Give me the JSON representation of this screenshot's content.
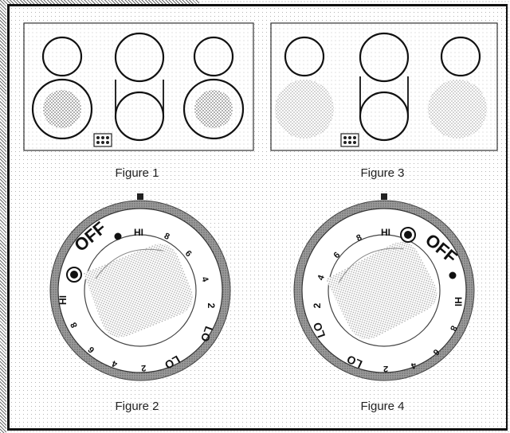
{
  "figures": {
    "fig1": "Figure 1",
    "fig2": "Figure 2",
    "fig3": "Figure 3",
    "fig4": "Figure 4"
  },
  "dial_left": {
    "off": "OFF",
    "hi_top": "HI",
    "hi_side": "HI",
    "lo_right": "LO",
    "lo_bottom": "LO",
    "n8a": "8",
    "n6a": "6",
    "n4a": "4",
    "n2a": "2",
    "n2b": "2",
    "n4b": "4",
    "n6b": "6",
    "n8b": "8"
  },
  "dial_right": {
    "off": "OFF",
    "hi_top": "HI",
    "hi_side": "HI",
    "lo_left": "LO",
    "lo_bottom": "LO",
    "n8a": "8",
    "n6a": "6",
    "n4a": "4",
    "n2a": "2",
    "n2b": "2",
    "n4b": "4",
    "n6b": "6",
    "n8b": "8"
  },
  "colors": {
    "ring": "#8a8a8a",
    "ink": "#111111",
    "stipple": "#9c9c9c"
  }
}
